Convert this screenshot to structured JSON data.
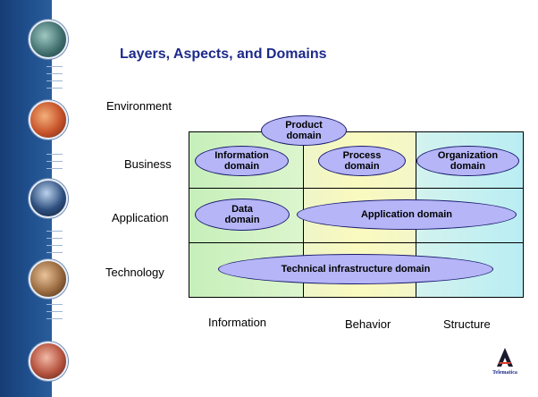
{
  "slide": {
    "title": "Layers, Aspects, and Domains"
  },
  "rows": [
    "Environment",
    "Business",
    "Application",
    "Technology"
  ],
  "columns": [
    "Information",
    "Behavior",
    "Structure"
  ],
  "domains": {
    "product": [
      "Product",
      "domain"
    ],
    "information": [
      "Information",
      "domain"
    ],
    "process": [
      "Process",
      "domain"
    ],
    "organization": [
      "Organization",
      "domain"
    ],
    "data": [
      "Data",
      "domain"
    ],
    "application": "Application domain",
    "technical": "Technical infrastructure domain"
  },
  "colors": {
    "title": "#1d2a8a",
    "domain_fill": "#b5b5f7",
    "information_band": "#c9f0bd",
    "behavior_band": "#f6f6bc",
    "structure_band": "#bff0f4"
  },
  "logo": {
    "text": "Telematica",
    "icon": "telematica-logo-icon"
  }
}
